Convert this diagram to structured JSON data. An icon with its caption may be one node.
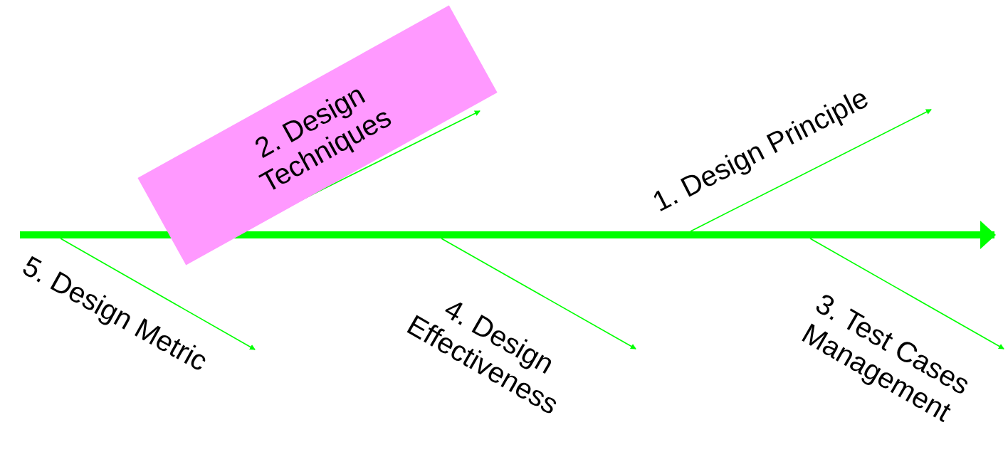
{
  "diagram": {
    "nodes": [
      {
        "text": [
          "2. Design Techniques"
        ]
      }
    ],
    "labels": [
      "1. Design Principle",
      "5. Design Metric",
      "4. Design Effectiveness",
      "3. Test Cases Management"
    ]
  }
}
